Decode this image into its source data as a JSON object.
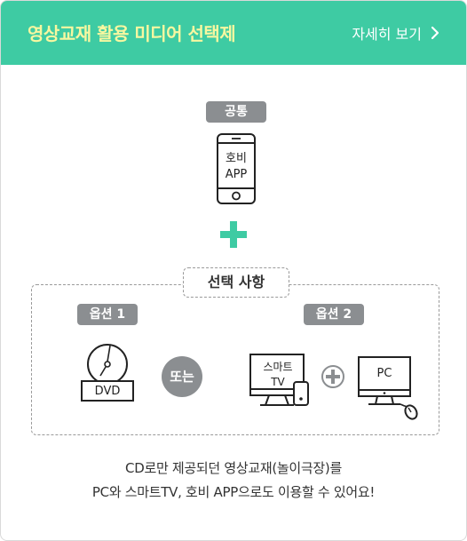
{
  "header": {
    "title": "영상교재 활용 미디어 선택제",
    "more_label": "자세히 보기"
  },
  "common": {
    "badge": "공통",
    "device_line1": "호비",
    "device_line2": "APP"
  },
  "selection": {
    "label": "선택 사항",
    "option1": {
      "badge": "옵션 1",
      "device_label": "DVD"
    },
    "or_label": "또는",
    "option2": {
      "badge": "옵션 2",
      "tv_line1": "스마트",
      "tv_line2": "TV",
      "pc_label": "PC"
    }
  },
  "description": {
    "line1": "CD로만 제공되던 영상교재(놀이극장)를",
    "line2": "PC와 스마트TV, 호비 APP으로도 이용할 수 있어요!"
  },
  "colors": {
    "header_bg": "#3ecba3",
    "title_color": "#f7f7a0",
    "badge_bg": "#8b8e91",
    "plus_green": "#3ecba3"
  },
  "icons": [
    "chevron-right-icon",
    "phone-icon",
    "plus-icon",
    "dvd-icon",
    "smart-tv-icon",
    "pc-monitor-icon",
    "mouse-icon"
  ]
}
